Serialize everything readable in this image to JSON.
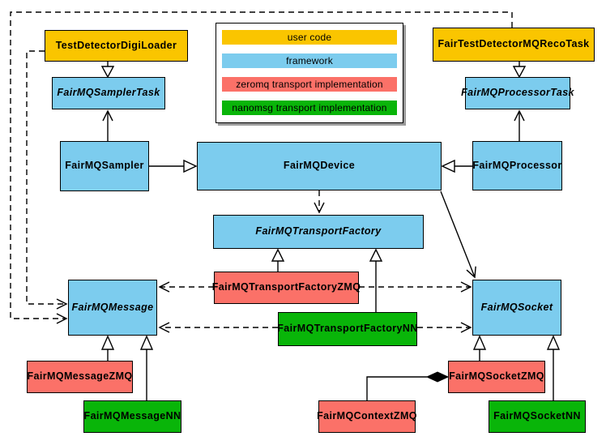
{
  "diagram": {
    "colors": {
      "user_code": "#FAC500",
      "framework": "#7CCCEE",
      "zeromq": "#FB7168",
      "nanomsg": "#09B509"
    },
    "legend": {
      "items": [
        {
          "label": "user code",
          "color": "#FAC500"
        },
        {
          "label": "framework",
          "color": "#7CCCEE"
        },
        {
          "label": "zeromq transport implementation",
          "color": "#FB7168"
        },
        {
          "label": "nanomsg transport implementation",
          "color": "#09B509"
        }
      ]
    },
    "nodes": {
      "test_detector_digi_loader": {
        "label": "TestDetectorDigiLoader",
        "category": "user code"
      },
      "fair_test_detector_mq_reco_task": {
        "label": "FairTestDetectorMQRecoTask",
        "category": "user code"
      },
      "fair_mq_sampler_task": {
        "label": "FairMQSamplerTask",
        "category": "framework",
        "abstract": true
      },
      "fair_mq_processor_task": {
        "label": "FairMQProcessorTask",
        "category": "framework",
        "abstract": true
      },
      "fair_mq_sampler": {
        "label": "FairMQSampler",
        "category": "framework"
      },
      "fair_mq_device": {
        "label": "FairMQDevice",
        "category": "framework"
      },
      "fair_mq_processor": {
        "label": "FairMQProcessor",
        "category": "framework"
      },
      "fair_mq_transport_factory": {
        "label": "FairMQTransportFactory",
        "category": "framework",
        "abstract": true
      },
      "fair_mq_transport_factory_zmq": {
        "label": "FairMQTransportFactoryZMQ",
        "category": "zeromq"
      },
      "fair_mq_transport_factory_nn": {
        "label": "FairMQTransportFactoryNN",
        "category": "nanomsg"
      },
      "fair_mq_message": {
        "label": "FairMQMessage",
        "category": "framework",
        "abstract": true
      },
      "fair_mq_socket": {
        "label": "FairMQSocket",
        "category": "framework",
        "abstract": true
      },
      "fair_mq_message_zmq": {
        "label": "FairMQMessageZMQ",
        "category": "zeromq"
      },
      "fair_mq_message_nn": {
        "label": "FairMQMessageNN",
        "category": "nanomsg"
      },
      "fair_mq_socket_zmq": {
        "label": "FairMQSocketZMQ",
        "category": "zeromq"
      },
      "fair_mq_context_zmq": {
        "label": "FairMQContextZMQ",
        "category": "zeromq"
      },
      "fair_mq_socket_nn": {
        "label": "FairMQSocketNN",
        "category": "nanomsg"
      }
    },
    "relationships": [
      {
        "from": "TestDetectorDigiLoader",
        "to": "FairMQSamplerTask",
        "type": "inheritance"
      },
      {
        "from": "FairTestDetectorMQRecoTask",
        "to": "FairMQProcessorTask",
        "type": "inheritance"
      },
      {
        "from": "FairMQSampler",
        "to": "FairMQSamplerTask",
        "type": "association"
      },
      {
        "from": "FairMQProcessor",
        "to": "FairMQProcessorTask",
        "type": "association"
      },
      {
        "from": "FairMQSampler",
        "to": "FairMQDevice",
        "type": "inheritance"
      },
      {
        "from": "FairMQProcessor",
        "to": "FairMQDevice",
        "type": "inheritance"
      },
      {
        "from": "FairMQDevice",
        "to": "FairMQTransportFactory",
        "type": "dependency"
      },
      {
        "from": "FairMQDevice",
        "to": "FairMQSocket",
        "type": "association"
      },
      {
        "from": "FairMQTransportFactoryZMQ",
        "to": "FairMQTransportFactory",
        "type": "inheritance"
      },
      {
        "from": "FairMQTransportFactoryNN",
        "to": "FairMQTransportFactory",
        "type": "inheritance"
      },
      {
        "from": "FairMQTransportFactoryZMQ",
        "to": "FairMQMessage",
        "type": "dependency"
      },
      {
        "from": "FairMQTransportFactoryZMQ",
        "to": "FairMQSocket",
        "type": "dependency"
      },
      {
        "from": "FairMQTransportFactoryNN",
        "to": "FairMQMessage",
        "type": "dependency"
      },
      {
        "from": "FairMQTransportFactoryNN",
        "to": "FairMQSocket",
        "type": "dependency"
      },
      {
        "from": "TestDetectorDigiLoader",
        "to": "FairMQMessage",
        "type": "dependency"
      },
      {
        "from": "FairTestDetectorMQRecoTask",
        "to": "FairMQMessage",
        "type": "dependency"
      },
      {
        "from": "FairMQMessageZMQ",
        "to": "FairMQMessage",
        "type": "inheritance"
      },
      {
        "from": "FairMQMessageNN",
        "to": "FairMQMessage",
        "type": "inheritance"
      },
      {
        "from": "FairMQSocketZMQ",
        "to": "FairMQSocket",
        "type": "inheritance"
      },
      {
        "from": "FairMQSocketNN",
        "to": "FairMQSocket",
        "type": "inheritance"
      },
      {
        "from": "FairMQSocketZMQ",
        "to": "FairMQContextZMQ",
        "type": "composition"
      }
    ]
  }
}
